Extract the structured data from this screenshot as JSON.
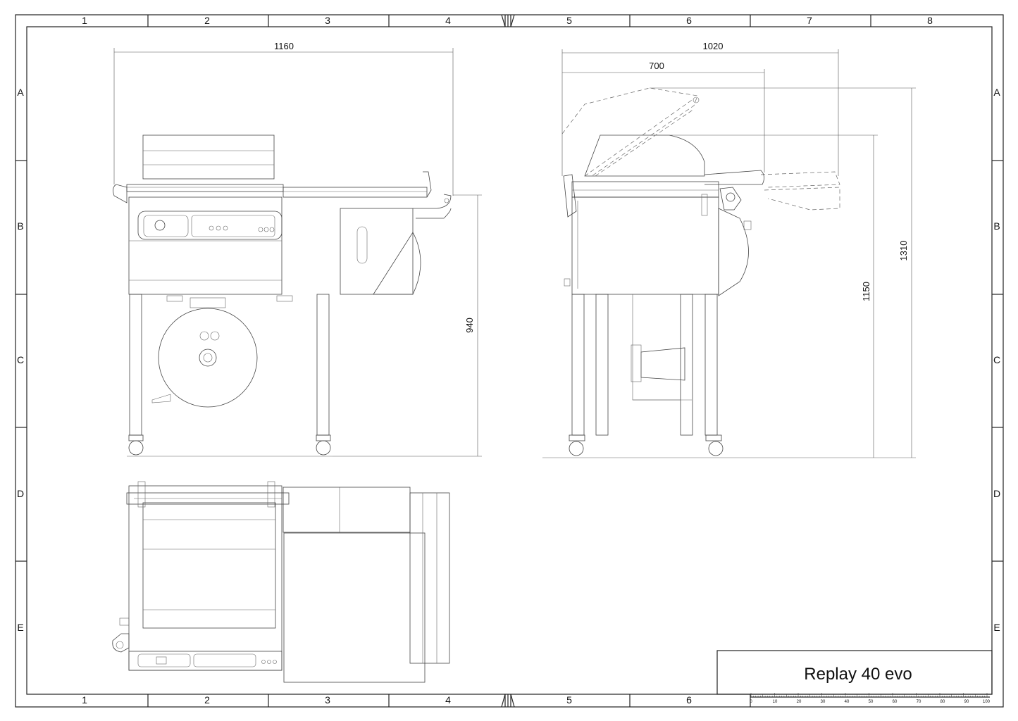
{
  "drawing": {
    "title": "Replay 40 evo",
    "column_labels": [
      "1",
      "2",
      "3",
      "4",
      "5",
      "6",
      "7",
      "8"
    ],
    "row_labels": [
      "A",
      "B",
      "C",
      "D",
      "E"
    ],
    "scale_labels": [
      "0",
      "10",
      "20",
      "30",
      "40",
      "50",
      "60",
      "70",
      "80",
      "90",
      "100"
    ],
    "dimensions": {
      "front_width": "1160",
      "front_height": "940",
      "side_depth_total": "1020",
      "side_depth_body": "700",
      "side_height_closed": "1150",
      "side_height_open": "1310"
    }
  }
}
